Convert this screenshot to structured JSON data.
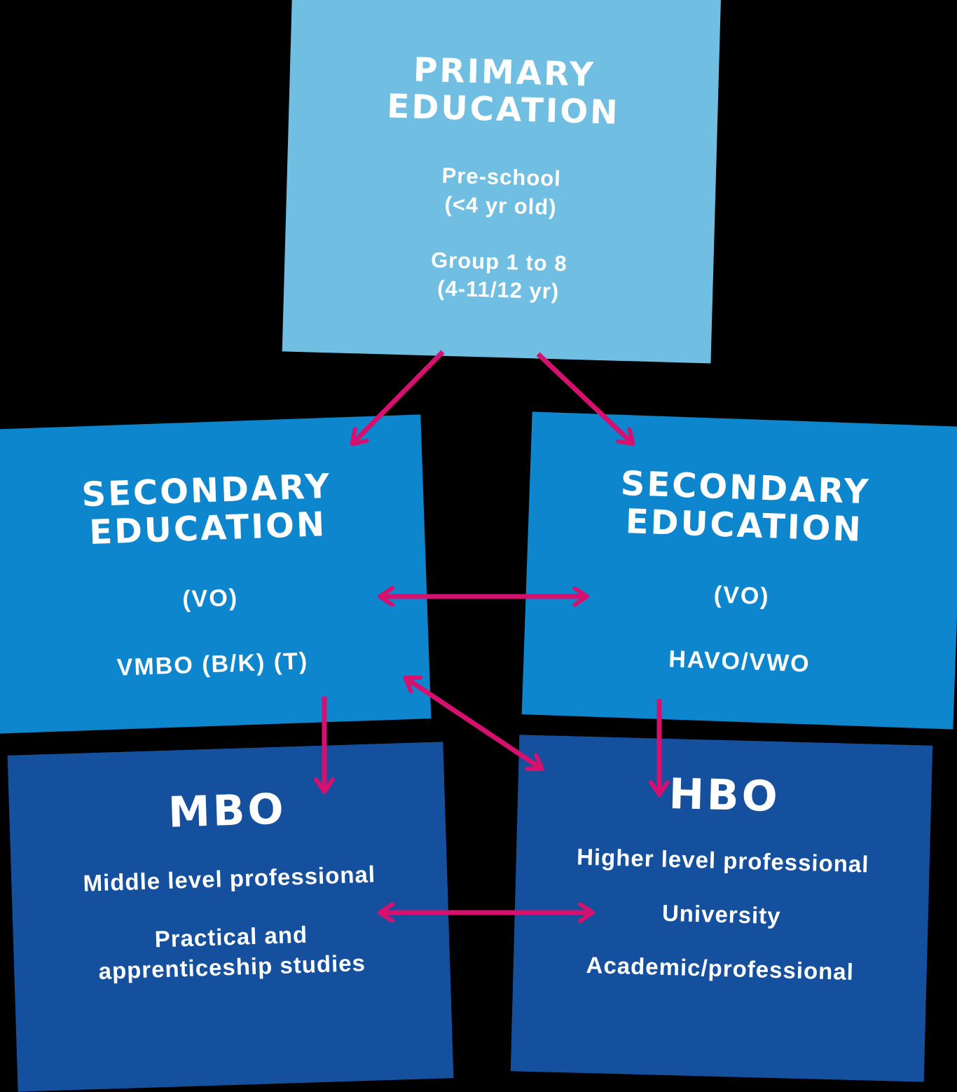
{
  "background_color": "#000000",
  "colors": {
    "primary_box": "#70bee1",
    "secondary_box": "#0d86cd",
    "tertiary_box": "#15509e",
    "arrow": "#d5106e",
    "text": "#ffffff"
  },
  "primary": {
    "title": "PRIMARY EDUCATION",
    "preschool_line1": "Pre-school",
    "preschool_line2": "(<4 yr old)",
    "group_line1": "Group 1 to 8",
    "group_line2": "(4-11/12 yr)"
  },
  "secondary_left": {
    "title": "SECONDARY EDUCATION",
    "subtitle": "(VO)",
    "track": "VMBO (B/K) (T)"
  },
  "secondary_right": {
    "title": "SECONDARY EDUCATION",
    "subtitle": "(VO)",
    "track": "HAVO/VWO"
  },
  "mbo": {
    "title": "MBO",
    "line1": "Middle level professional",
    "line2": "Practical and apprenticeship studies"
  },
  "hbo": {
    "title": "HBO",
    "line1": "Higher level professional",
    "line2": "University",
    "line3": "Academic/professional"
  }
}
